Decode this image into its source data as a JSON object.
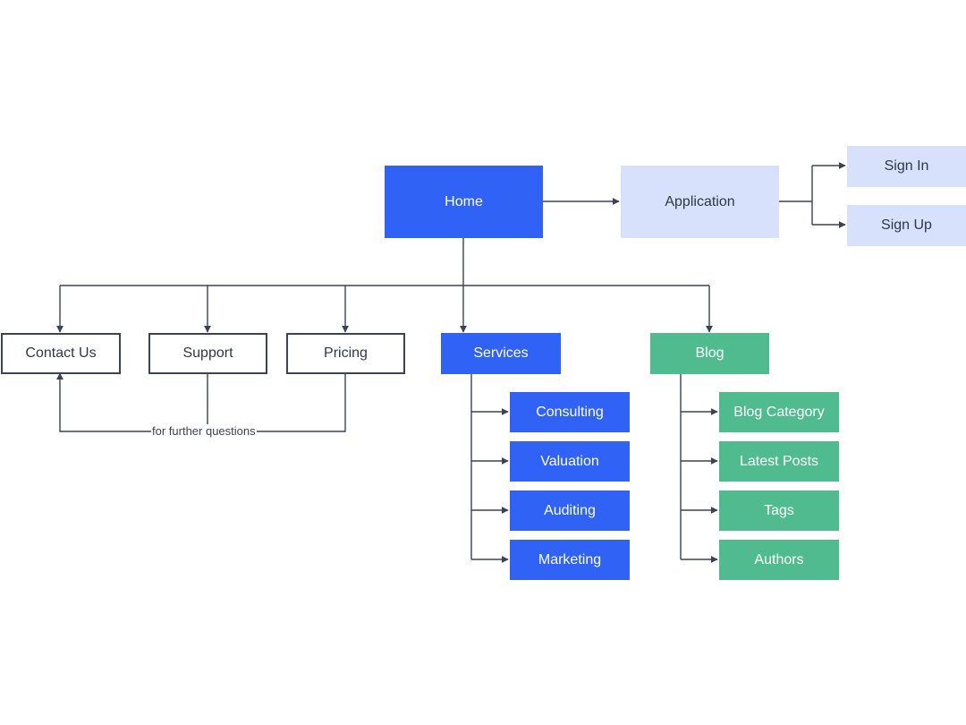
{
  "diagram": {
    "colors": {
      "primary": "#2f62f5",
      "light": "#d7e1fc",
      "green": "#4fbb8e",
      "line": "#3b4256",
      "text_dark": "#2f3747"
    },
    "nodes": {
      "home": "Home",
      "application": "Application",
      "sign_in": "Sign In",
      "sign_up": "Sign Up",
      "contact_us": "Contact Us",
      "support": "Support",
      "pricing": "Pricing",
      "services": "Services",
      "blog": "Blog",
      "consulting": "Consulting",
      "valuation": "Valuation",
      "auditing": "Auditing",
      "marketing": "Marketing",
      "blog_category": "Blog Category",
      "latest_posts": "Latest Posts",
      "tags": "Tags",
      "authors": "Authors"
    },
    "edge_labels": {
      "further_questions": "for further questions"
    }
  }
}
